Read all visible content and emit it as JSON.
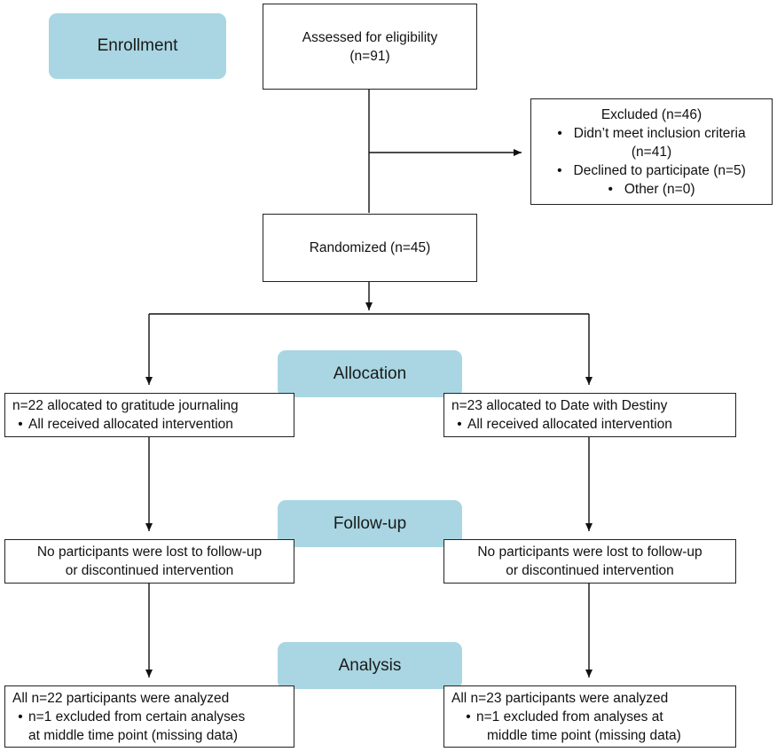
{
  "stages": {
    "enrollment": "Enrollment",
    "allocation": "Allocation",
    "follow_up": "Follow-up",
    "analysis": "Analysis"
  },
  "assessed": {
    "line1": "Assessed for eligibility",
    "line2": "(n=91)"
  },
  "excluded": {
    "title": "Excluded (n=46)",
    "item1_line1": "Didn’t meet inclusion criteria",
    "item1_line2": "(n=41)",
    "item2": "Declined to participate (n=5)",
    "item3": "Other (n=0)"
  },
  "randomized": "Randomized (n=45)",
  "allocation_left": {
    "title": "n=22 allocated to gratitude journaling",
    "bullet": "All received allocated intervention"
  },
  "allocation_right": {
    "title": "n=23 allocated to Date with Destiny",
    "bullet": "All received allocated intervention"
  },
  "followup_left": {
    "line1": "No participants were lost to follow-up",
    "line2": "or discontinued intervention"
  },
  "followup_right": {
    "line1": "No participants were lost to follow-up",
    "line2": "or discontinued intervention"
  },
  "analysis_left": {
    "title": "All n=22 participants were analyzed",
    "bullet_line1": "n=1 excluded from certain analyses",
    "bullet_line2": "at middle time point (missing data)"
  },
  "analysis_right": {
    "title": "All n=23 participants were analyzed",
    "bullet_line1": "n=1 excluded from analyses at",
    "bullet_line2": "middle time point (missing data)"
  },
  "bullet_char": "•",
  "colors": {
    "stage_fill": "#a9d6e2",
    "border": "#222222"
  }
}
